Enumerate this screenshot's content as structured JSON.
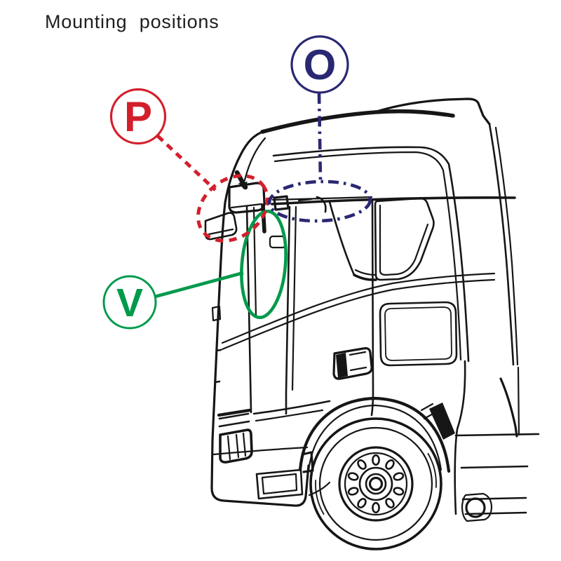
{
  "title": "Mounting  positions",
  "colors": {
    "ink": "#161616",
    "background": "#ffffff"
  },
  "markers": {
    "p": {
      "label": "P",
      "color": "#d31f2c",
      "line_style": "dashed",
      "target": "mirror-area"
    },
    "o": {
      "label": "O",
      "color": "#2a2873",
      "line_style": "dash-dot",
      "target": "windshield-header-area"
    },
    "v": {
      "label": "V",
      "color": "#019a4b",
      "line_style": "solid",
      "target": "a-pillar-door-front-area"
    }
  },
  "artwork": {
    "subject": "truck-cab-side-view-line-drawing"
  }
}
